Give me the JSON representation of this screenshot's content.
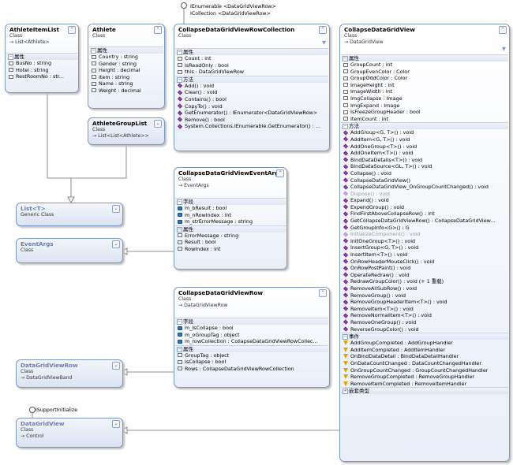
{
  "interfaces": {
    "top_line1": "IEnumerable <DataGridViewRow>",
    "top_line2": "ICollection <DataGridViewRow>",
    "bottom": "ISupportInitialize"
  },
  "labels": {
    "properties": "属性",
    "methods": "方法",
    "fields": "字段",
    "events": "事件",
    "nested": "嵌套类型"
  },
  "classes": {
    "athleteItemList": {
      "name": "AthleteItemList",
      "kind": "Class",
      "base": "→ List<Athlete>",
      "properties": [
        "BusNo : string",
        "Hotel : string",
        "RestRoomNo : str..."
      ]
    },
    "athlete": {
      "name": "Athlete",
      "kind": "Class",
      "properties": [
        "Country : string",
        "Gender : string",
        "Height : decimal",
        "Item : string",
        "Name : string",
        "Weight : decimal"
      ]
    },
    "athleteGroupList": {
      "name": "AthleteGroupList",
      "kind": "Class",
      "base": "→ List<List<Athlete>>"
    },
    "listT": {
      "name": "List<T>",
      "kind": "Generic Class"
    },
    "eventArgs": {
      "name": "EventArgs",
      "kind": "Class"
    },
    "dataGridViewRow": {
      "name": "DataGridViewRow",
      "kind": "Class",
      "base": "→ DataGridViewBand"
    },
    "dataGridView": {
      "name": "DataGridView",
      "kind": "Class",
      "base": "→ Control"
    },
    "rowCollection": {
      "name": "CollapseDataGridViewRowCollection",
      "kind": "Class",
      "properties": [
        "Count : int",
        "IsReadOnly : bool",
        "this : DataGridViewRow"
      ],
      "methods": [
        "Add() : void",
        "Clear() : void",
        "Contains() : bool",
        "CopyTo() : void",
        "GetEnumerator() : IEnumerator<DataGridViewRow>",
        "Remove() : bool",
        "System.Collections.IEnumerable.GetEnumerator() : ..."
      ]
    },
    "eventArgsCls": {
      "name": "CollapseDataGridViewEventArgs",
      "kind": "Class",
      "base": "→ EventArgs",
      "fields": [
        "m_bResult : bool",
        "m_nRowIndex : int",
        "m_strErrorMessage : string"
      ],
      "properties": [
        "ErrorMessage : string",
        "Result : bool",
        "RowIndex : int"
      ]
    },
    "collapseRow": {
      "name": "CollapseDataGridViewRow",
      "kind": "Class",
      "base": "→ DataGridViewRow",
      "fields": [
        "m_IsCollapse : bool",
        "m_oGroupTag : object",
        "m_rowCollection : CollapseDataGridViewRowCollec..."
      ],
      "properties": [
        "GroupTag : object",
        "IsCollapse : bool",
        "Rows : CollapseDataGridViewRowCollection"
      ]
    },
    "grid": {
      "name": "CollapseDataGridView",
      "kind": "Class",
      "base": "→ DataGridView",
      "properties": [
        "GroupCount : int",
        "GroupEvenColor : Color",
        "GroupOddColor : Color",
        "ImageHeight : int",
        "ImageWidth : int",
        "ImgCollapse : Image",
        "ImgExpand : Image",
        "IsFreezeGroupHeader : bool",
        "ItemCount : int"
      ],
      "methods": [
        "AddGroup<G, T>() : void",
        "AddItem<G, T>() : void",
        "AddOneGroup<T>() : void",
        "AddOneItem<T>() : void",
        "BindDataDetails<T>() : void",
        "BindDataSource<GL, T>() : void",
        "Collapse() : void",
        "CollapseDataGridView()",
        "CollapseDataGridView_OnGroupCountChanged() : void",
        "Dispose() : void",
        "Expand() : void",
        "ExpendGroup() : void",
        "FindFirstAboveCollapseRow() : int",
        "GetCollapseDataGridViewRow() : CollapseDataGridView...",
        "GetGroupInfo<G>() : G",
        "InitializeComponent() : void",
        "InitOneGroup<T>() : void",
        "InsertGroup<G, T>() : void",
        "InsertItem<T>() : void",
        "OnRowHeaderMouseClick() : void",
        "OnRowPostPaint() : void",
        "OperateRedraw() : void",
        "RedrawGroupColor() : void (+ 1 重载)",
        "RemoveAllSubRow() : void",
        "RemoveGroup() : void",
        "RemoveGroupHeaderItem<T>() : void",
        "RemoveItem<T>() : void",
        "RemoveNormalItem<T>() : void",
        "RemoveOneGroup() : void",
        "ReverseGroupColor() : void"
      ],
      "dim_methods": [
        9,
        15
      ],
      "events": [
        "AddGroupCompleted : AddGroupHandler",
        "AddItemCompleted : AddItemHandler",
        "OnBindDataDetail : BindDataDetailHandler",
        "OnDataCountChanged : DataCountChangedHandler",
        "OnGroupCountChanged : GroupCountChangedHandler",
        "RemoveGroupCompleted : RemoveGroupHandler",
        "RemoveItemCompleted : RemoveItemHandler"
      ]
    }
  }
}
